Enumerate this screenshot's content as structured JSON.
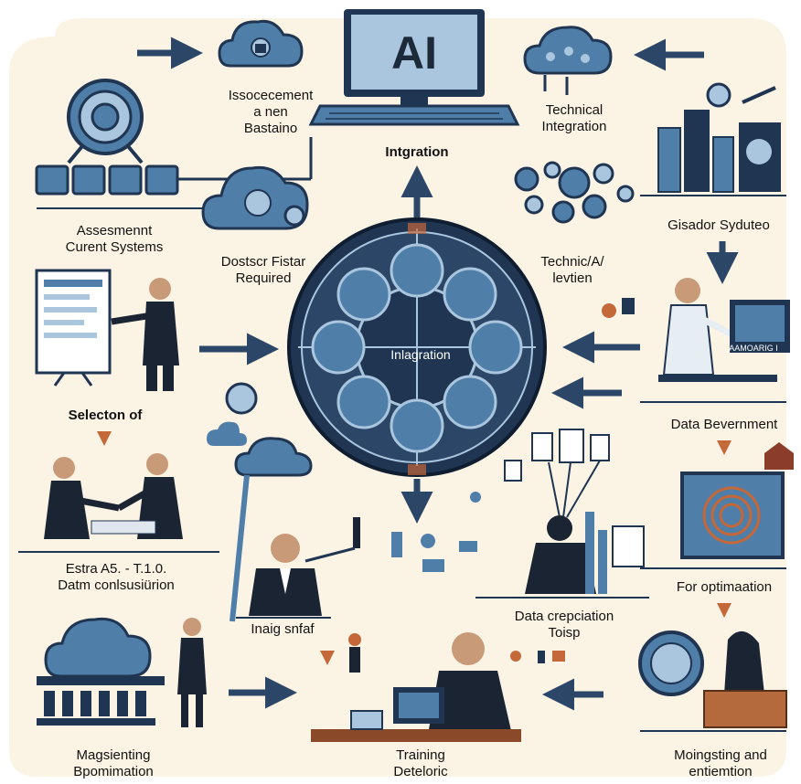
{
  "hub": {
    "label": "Inlagration"
  },
  "computer": {
    "screen_text": "AI"
  },
  "labels": {
    "top_center": "Intgration",
    "top_left": [
      "Issocecement",
      "a nen",
      "Bastaino"
    ],
    "top_right": [
      "Technical",
      "Integration"
    ],
    "assessment": [
      "Assesmennt",
      "Curent Systems"
    ],
    "doster": [
      "Dostscr Fistar",
      "Required"
    ],
    "gisador": "Gisador Syduteo",
    "technical_review": [
      "Technic/A/",
      "levtien"
    ],
    "selection": "Selecton of",
    "data_government": "Data Bevernment",
    "estra": [
      "Estra A5. - T.1.0.",
      "Datm conlsusiürion"
    ],
    "for_optimation": "For optimaation",
    "data_preciation": [
      "Data crepciation",
      "Toisp"
    ],
    "inaig": "Inaig snfaf",
    "magsienting": [
      "Magsienting",
      "Bpomimation"
    ],
    "training": [
      "Training",
      "Deteloric"
    ],
    "moingsting": [
      "Moingsting and",
      "entiemtion"
    ]
  },
  "screen_badge": "AAMOARIG I",
  "colors": {
    "navy": "#1f3552",
    "steel_blue": "#4f7ea8",
    "light_blue": "#a9c6de",
    "cream": "#fbf4e4",
    "accent_orange": "#c4683a",
    "suit": "#1b2432"
  }
}
